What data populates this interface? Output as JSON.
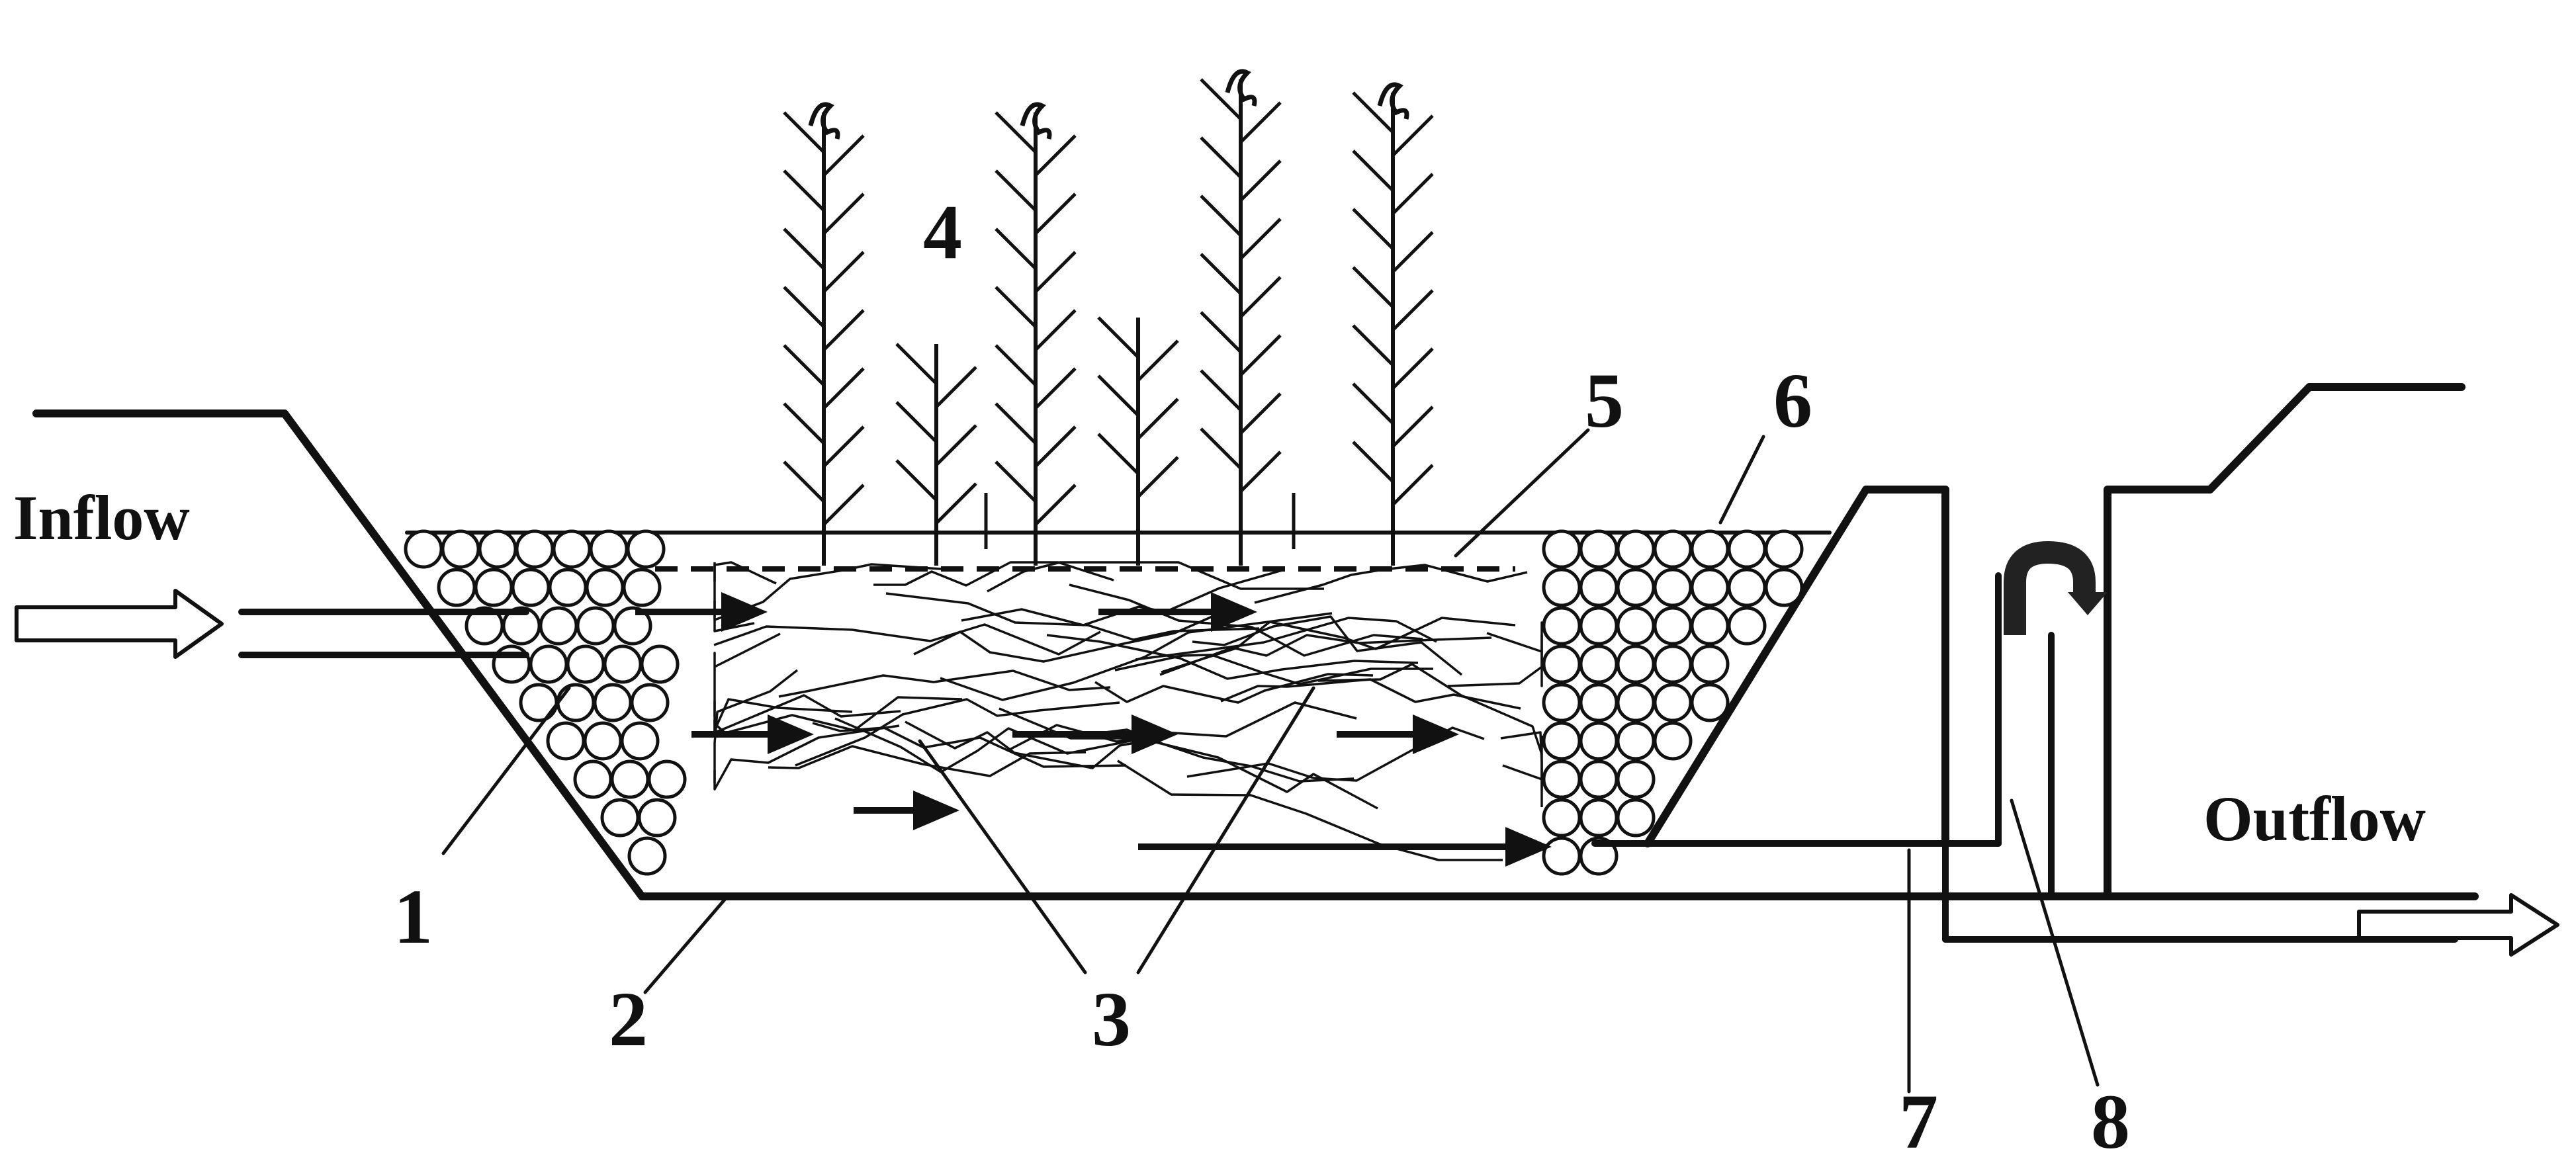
{
  "labels": {
    "inflow": "Inflow",
    "outflow": "Outflow",
    "n1": "1",
    "n2": "2",
    "n3": "3",
    "n4": "4",
    "n5": "5",
    "n6": "6",
    "n7": "7",
    "n8": "8"
  },
  "colors": {
    "ink": "#111111",
    "paper": "#ffffff"
  }
}
